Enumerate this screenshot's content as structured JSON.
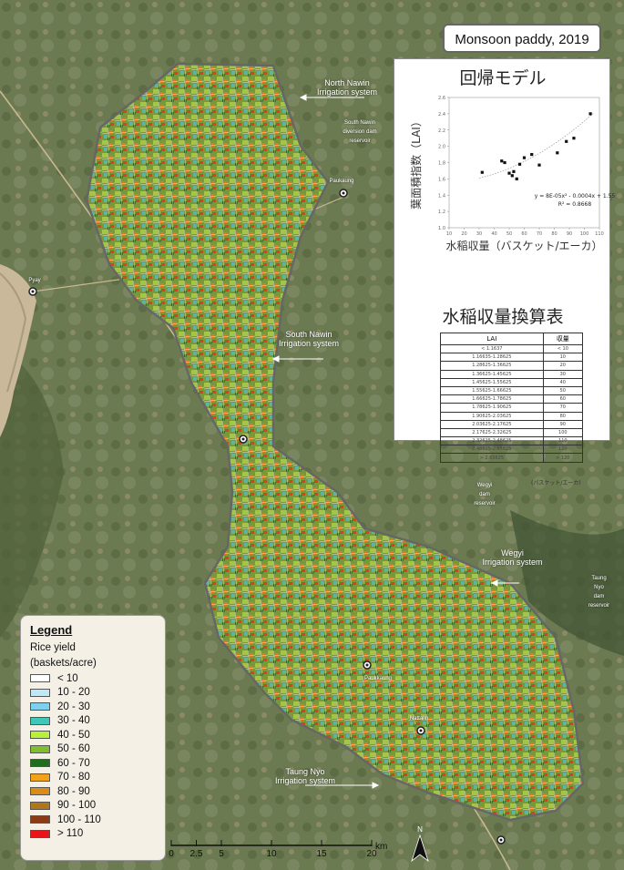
{
  "title": "Monsoon paddy, 2019",
  "inset": {
    "chart_title": "回帰モデル",
    "chart_data": {
      "type": "scatter",
      "title": "回帰モデル",
      "xlabel": "水稲収量（バスケット/エーカ）",
      "ylabel": "葉面積指数（LAI）",
      "xlim": [
        10,
        110
      ],
      "ylim": [
        1.0,
        2.6
      ],
      "x_ticks": [
        "10",
        "20",
        "30",
        "40",
        "50",
        "60",
        "70",
        "80",
        "90",
        "100",
        "110"
      ],
      "y_ticks": [
        "1.0",
        "1.2",
        "1.4",
        "1.6",
        "1.8",
        "2.0",
        "2.2",
        "2.4",
        "2.6"
      ],
      "x": [
        32,
        45,
        47,
        50,
        52,
        53,
        55,
        57,
        60,
        65,
        70,
        82,
        88,
        93,
        104
      ],
      "y": [
        1.68,
        1.82,
        1.8,
        1.67,
        1.64,
        1.69,
        1.6,
        1.78,
        1.86,
        1.9,
        1.77,
        1.92,
        2.06,
        2.1,
        2.4
      ],
      "equation": "y = 8E-05x² - 0.0004x + 1.55",
      "r2": "R² = 0.8668"
    },
    "table_title": "水稲収量換算表",
    "table_headers": [
      "LAI",
      "収量"
    ],
    "table_rows": [
      [
        "< 1.1637",
        "< 10"
      ],
      [
        "1.16635-1.28625",
        "10"
      ],
      [
        "1.28625-1.36625",
        "20"
      ],
      [
        "1.36625-1.45625",
        "30"
      ],
      [
        "1.45625-1.55625",
        "40"
      ],
      [
        "1.55625-1.66625",
        "50"
      ],
      [
        "1.66625-1.78625",
        "60"
      ],
      [
        "1.78625-1.90625",
        "70"
      ],
      [
        "1.90625-2.03625",
        "80"
      ],
      [
        "2.03625-2.17625",
        "90"
      ],
      [
        "2.17625-2.32625",
        "100"
      ],
      [
        "2.32625-2.48625",
        "110"
      ],
      [
        "2.48625-2.65625",
        "120"
      ],
      [
        "> 2.65625",
        "> 120"
      ]
    ],
    "table_note": "(バスケット/エーカ)"
  },
  "legend": {
    "title": "Legend",
    "subtitle_1": "Rice yield",
    "subtitle_2": "(baskets/acre)",
    "items": [
      {
        "label": "< 10",
        "color": "#ffffff"
      },
      {
        "label": "10 - 20",
        "color": "#bfe8f7"
      },
      {
        "label": "20 - 30",
        "color": "#7fd0ee"
      },
      {
        "label": "30 - 40",
        "color": "#3fc8b8"
      },
      {
        "label": "40 - 50",
        "color": "#b8f238"
      },
      {
        "label": "50 - 60",
        "color": "#7fbf2f"
      },
      {
        "label": "60 - 70",
        "color": "#1f6d1f"
      },
      {
        "label": "70 - 80",
        "color": "#f2a21a"
      },
      {
        "label": "80 - 90",
        "color": "#d98c16"
      },
      {
        "label": "90 - 100",
        "color": "#b0761a"
      },
      {
        "label": "100 - 110",
        "color": "#8a3c16"
      },
      {
        "label": "> 110",
        "color": "#e8141a"
      }
    ]
  },
  "map_labels": {
    "north_nawin": "North Nawin\nIrrigation system",
    "south_nawin_reservoir": "South Nawin\ndiversion dam\nreservoir",
    "pakaung": "Paukaung",
    "pyay": "Pyay",
    "south_nawin": "South Nawin\nIrrigation system",
    "wegyi_reservoir": "Wegyi\ndam\nreservoir",
    "wegyi": "Wegyi\nIrrigation system",
    "taung_nyo_reservoir": "Taung\nNyo\ndam\nreservoir",
    "taung_nyo": "Taung Nyo\nIrrigation system",
    "paukkaung_town": "Paukkaung",
    "nattalin": "Nattalin"
  },
  "scale": {
    "ticks": [
      "0",
      "2.5",
      "5",
      "10",
      "15",
      "20"
    ],
    "unit": "km"
  },
  "north_label": "N"
}
